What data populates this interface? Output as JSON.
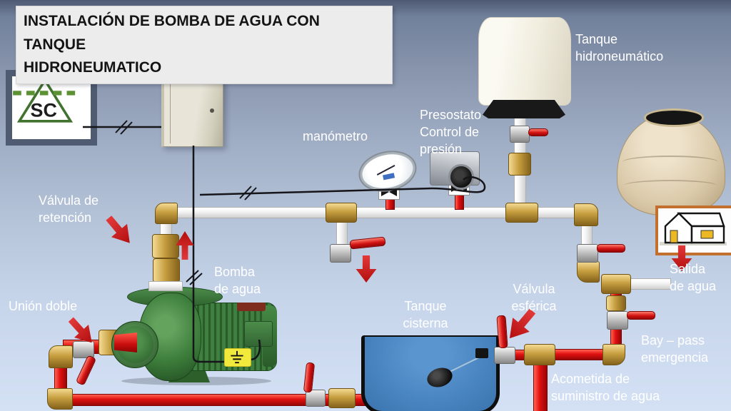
{
  "title": {
    "text": "INSTALACIÓN DE BOMBA DE AGUA CON TANQUE\nHIDRONEUMATICO"
  },
  "sc_logo": {
    "text": "SC"
  },
  "labels": {
    "manometro": "manómetro",
    "presostato": "Presostato\nControl de\npresión",
    "tanque_hidro": "Tanque\nhidroneumático",
    "valvula_retencion": "Válvula de\nretención",
    "bomba": "Bomba\nde agua",
    "union_doble": "Unión doble",
    "tanque_cisterna": "Tanque\ncisterna",
    "valvula_esferica": "Válvula\nesférica",
    "salida": "Salida\nde agua",
    "baypass": "Bay – pass\nemergencia",
    "acometida": "Acometida de\nsuministro de agua"
  },
  "colors": {
    "pipe_red": "#df1010",
    "pipe_white": "#f2f2f2",
    "brass": "#c79f40",
    "water_blue": "#4a86c2",
    "pump_green": "#3c7c3a",
    "house_border": "#c3702f",
    "ground_yellow": "#f1e93b",
    "arrow_red": "#b30d0d",
    "label_text": "#ffffff"
  }
}
